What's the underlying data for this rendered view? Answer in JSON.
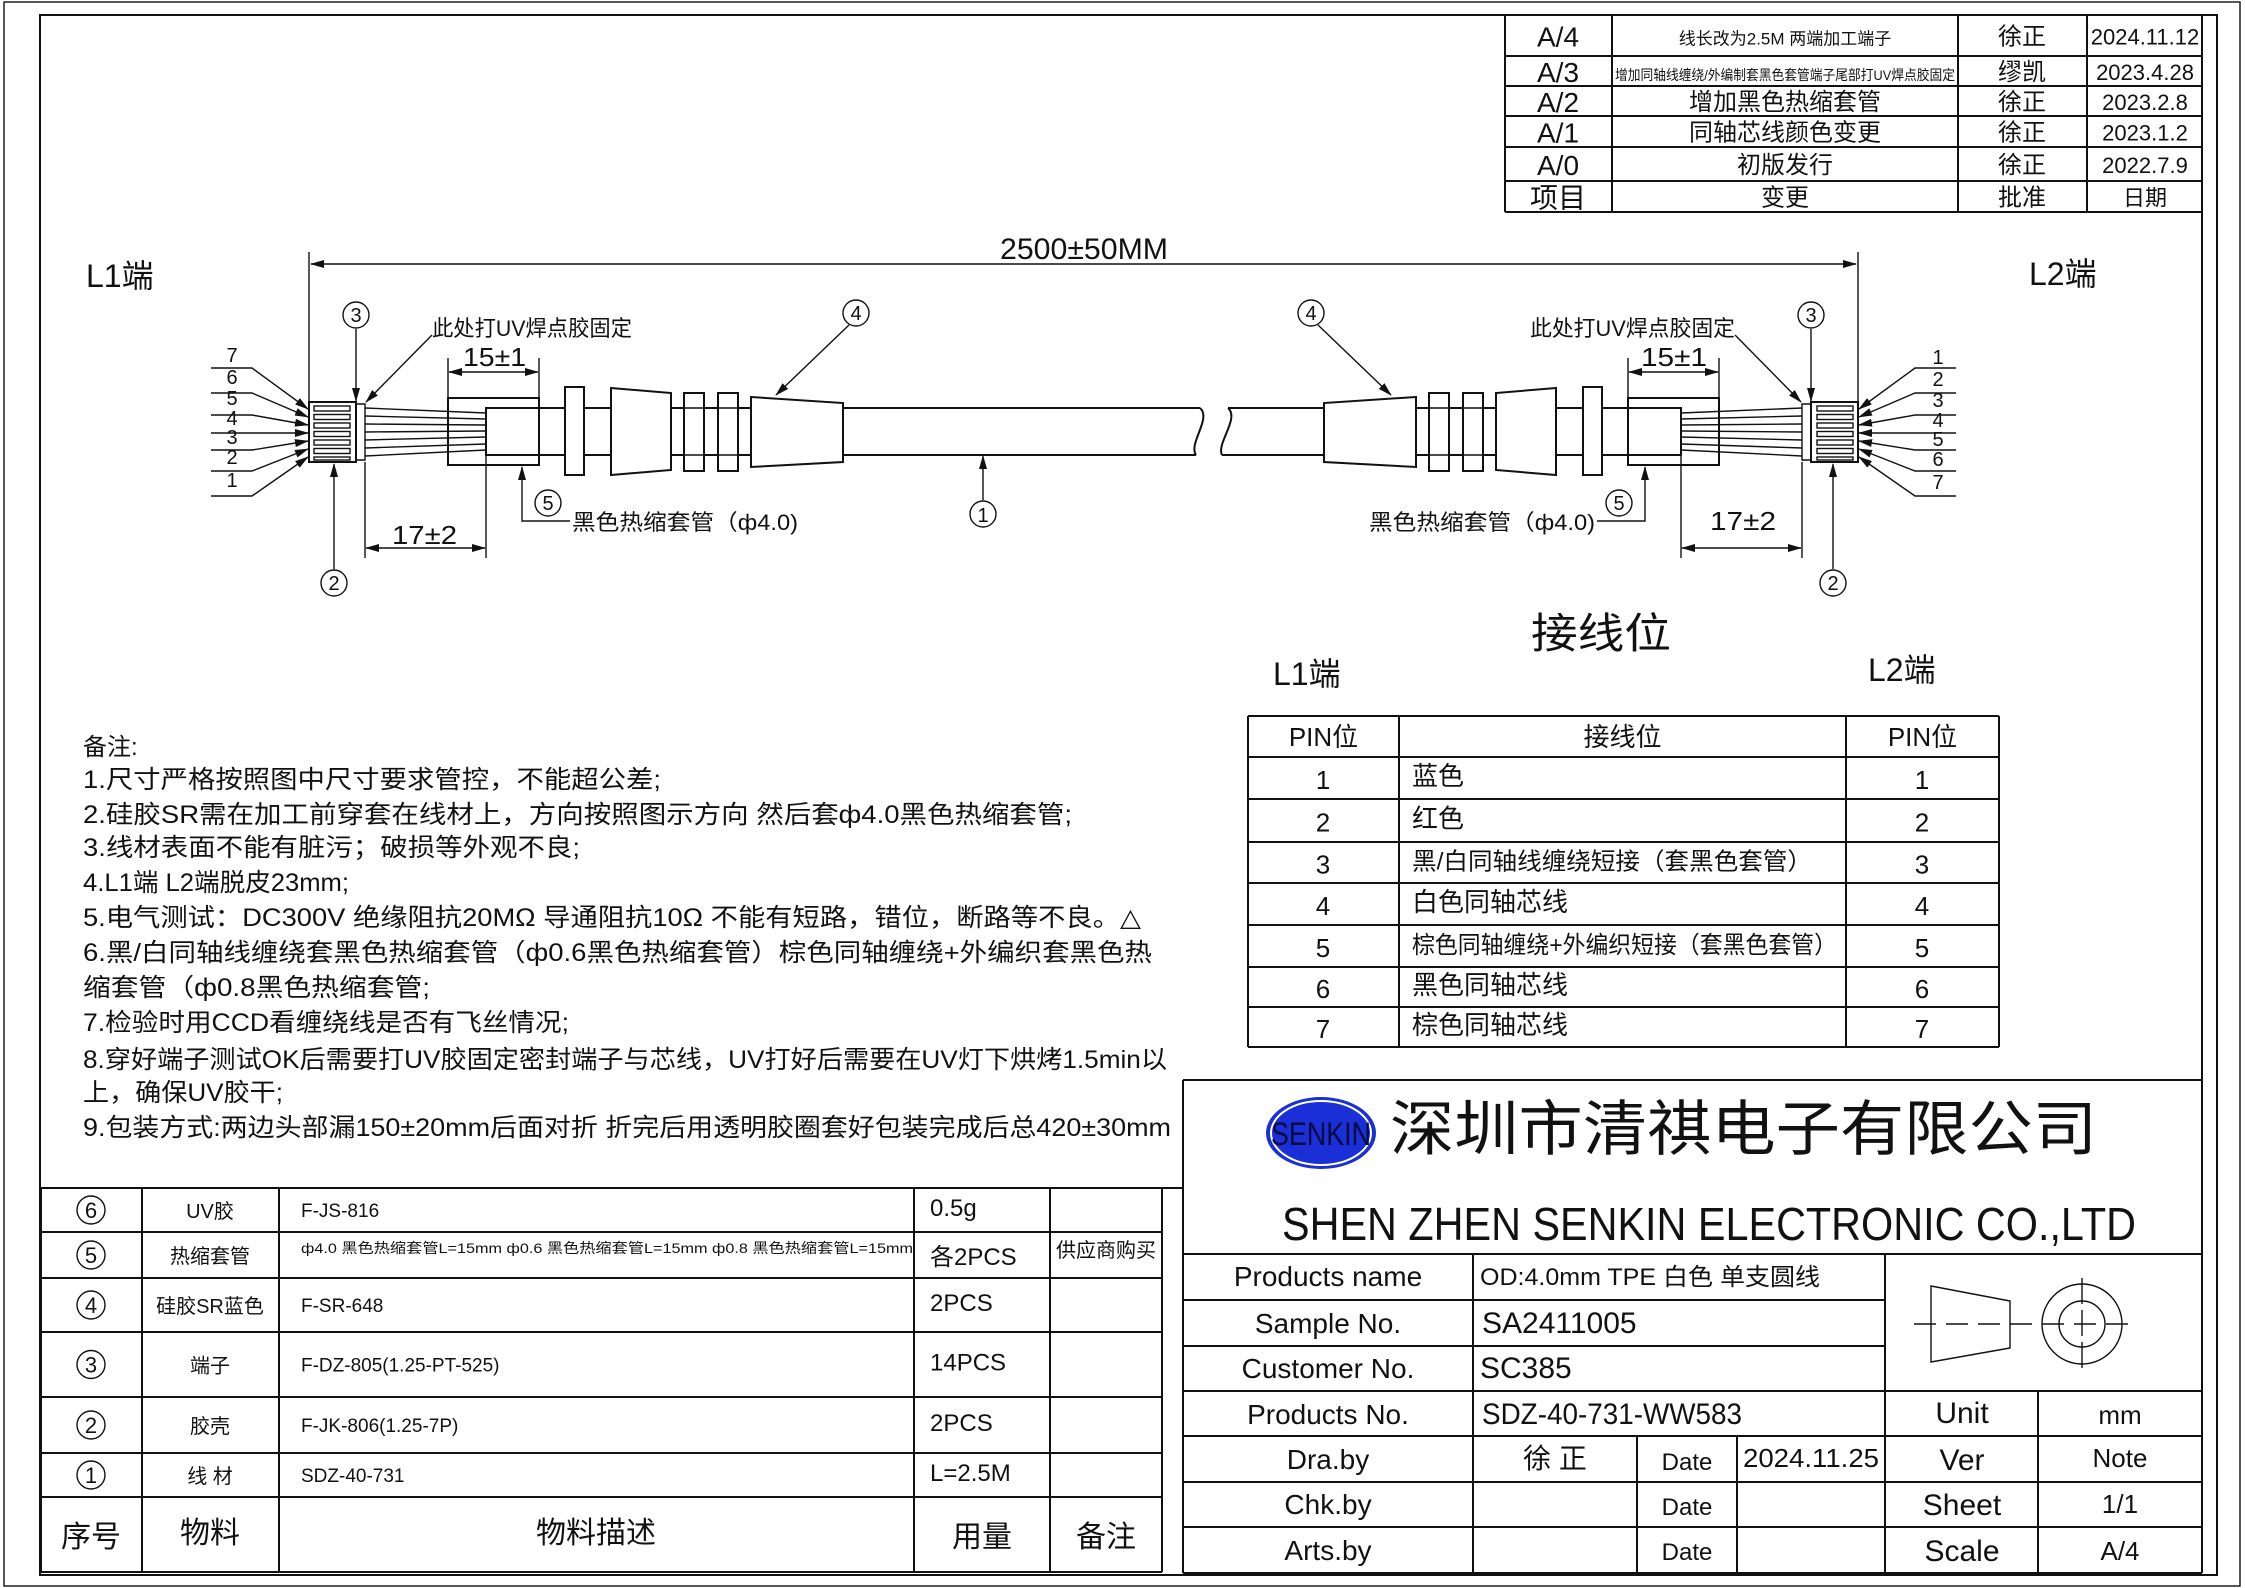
{
  "revisions": {
    "header": {
      "item": "项目",
      "change": "变更",
      "approver": "批准",
      "date": "日期"
    },
    "rows": [
      {
        "item": "A/4",
        "change": "线长改为2.5M 两端加工端子",
        "approver": "徐正",
        "date": "2024.11.12"
      },
      {
        "item": "A/3",
        "change": "增加同轴线缠绕/外编制套黑色套管端子尾部打UV焊点胶固定",
        "approver": "缪凯",
        "date": "2023.4.28"
      },
      {
        "item": "A/2",
        "change": "增加黑色热缩套管",
        "approver": "徐正",
        "date": "2023.2.8"
      },
      {
        "item": "A/1",
        "change": "同轴芯线颜色变更",
        "approver": "徐正",
        "date": "2023.1.2"
      },
      {
        "item": "A/0",
        "change": "初版发行",
        "approver": "徐正",
        "date": "2022.7.9"
      }
    ]
  },
  "drawing": {
    "overall_length": "2500±50MM",
    "l1_label": "L1端",
    "l2_label": "L2端",
    "uv_note": "此处打UV焊点胶固定",
    "shrink_length": "15±1",
    "strip_length": "17±2",
    "shrink_note": "黑色热缩套管（ф4.0)",
    "callouts": {
      "c1": "1",
      "c2": "2",
      "c3": "3",
      "c4": "4",
      "c5": "5"
    },
    "left_pins": [
      "7",
      "6",
      "5",
      "4",
      "3",
      "2",
      "1"
    ],
    "right_pins": [
      "1",
      "2",
      "3",
      "4",
      "5",
      "6",
      "7"
    ]
  },
  "wiring": {
    "title": "接线位",
    "l1_label": "L1端",
    "l2_label": "L2端",
    "headers": [
      "PIN位",
      "接线位",
      "PIN位"
    ],
    "rows": [
      {
        "l1": "1",
        "wire": "蓝色",
        "l2": "1"
      },
      {
        "l1": "2",
        "wire": "红色",
        "l2": "2"
      },
      {
        "l1": "3",
        "wire": "黑/白同轴线缠绕短接（套黑色套管）",
        "l2": "3"
      },
      {
        "l1": "4",
        "wire": "白色同轴芯线",
        "l2": "4"
      },
      {
        "l1": "5",
        "wire": "棕色同轴缠绕+外编织短接（套黑色套管）",
        "l2": "5"
      },
      {
        "l1": "6",
        "wire": "黑色同轴芯线",
        "l2": "6"
      },
      {
        "l1": "7",
        "wire": "棕色同轴芯线",
        "l2": "7"
      }
    ]
  },
  "notes": {
    "title": "备注:",
    "lines": [
      "1.尺寸严格按照图中尺寸要求管控，不能超公差;",
      "2.硅胶SR需在加工前穿套在线材上，方向按照图示方向 然后套ф4.0黑色热缩套管;",
      "3.线材表面不能有脏污；破损等外观不良;",
      "4.L1端 L2端脱皮23mm;",
      "5.电气测试：DC300V 绝缘阻抗20MΩ 导通阻抗10Ω 不能有短路，错位，断路等不良。△",
      "6.黑/白同轴线缠绕套黑色热缩套管（ф0.6黑色热缩套管）棕色同轴缠绕+外编织套黑色热",
      "缩套管（ф0.8黑色热缩套管;",
      "7.检验时用CCD看缠绕线是否有飞丝情况;",
      "8.穿好端子测试OK后需要打UV胶固定密封端子与芯线，UV打好后需要在UV灯下烘烤1.5min以",
      "上，确保UV胶干;",
      "9.包装方式:两边头部漏150±20mm后面对折 折完后用透明胶圈套好包装完成后总420±30mm"
    ]
  },
  "bom": {
    "header": {
      "no": "序号",
      "material": "物料",
      "description": "物料描述",
      "qty": "用量",
      "remark": "备注"
    },
    "rows": [
      {
        "no": "6",
        "material": "UV胶",
        "description": "F-JS-816",
        "qty": "0.5g",
        "remark": ""
      },
      {
        "no": "5",
        "material": "热缩套管",
        "description": "ф4.0 黑色热缩套管L=15mm  ф0.6 黑色热缩套管L=15mm ф0.8 黑色热缩套管L=15mm",
        "qty": "各2PCS",
        "remark": "供应商购买"
      },
      {
        "no": "4",
        "material": "硅胶SR蓝色",
        "description": "F-SR-648",
        "qty": "2PCS",
        "remark": ""
      },
      {
        "no": "3",
        "material": "端子",
        "description": "F-DZ-805(1.25-PT-525)",
        "qty": "14PCS",
        "remark": ""
      },
      {
        "no": "2",
        "material": "胶壳",
        "description": "F-JK-806(1.25-7P)",
        "qty": "2PCS",
        "remark": ""
      },
      {
        "no": "1",
        "material": "线 材",
        "description": "SDZ-40-731",
        "qty": "L=2.5M",
        "remark": ""
      }
    ]
  },
  "title_block": {
    "logo_text": "SENKIN",
    "company_cn": "深圳市清祺电子有限公司",
    "company_en": "SHEN ZHEN SENKIN ELECTRONIC CO.,LTD",
    "products_name_label": "Products name",
    "products_name": "OD:4.0mm TPE 白色 单支圆线",
    "sample_no_label": "Sample No.",
    "sample_no": "SA2411005",
    "customer_no_label": "Customer No.",
    "customer_no": "SC385",
    "products_no_label": "Products No.",
    "products_no": "SDZ-40-731-WW583",
    "unit_label": "Unit",
    "unit": "mm",
    "dra_by_label": "Dra.by",
    "dra_by": "徐 正",
    "chk_by_label": "Chk.by",
    "chk_by": "",
    "arts_by_label": "Arts.by",
    "arts_by": "",
    "date_label": "Date",
    "dra_date": "2024.11.25",
    "chk_date": "",
    "arts_date": "",
    "ver_label": "Ver",
    "ver": "Note",
    "sheet_label": "Sheet",
    "sheet": "1/1",
    "scale_label": "Scale",
    "scale": "A/4",
    "logo_color": "#1a2fd6"
  }
}
